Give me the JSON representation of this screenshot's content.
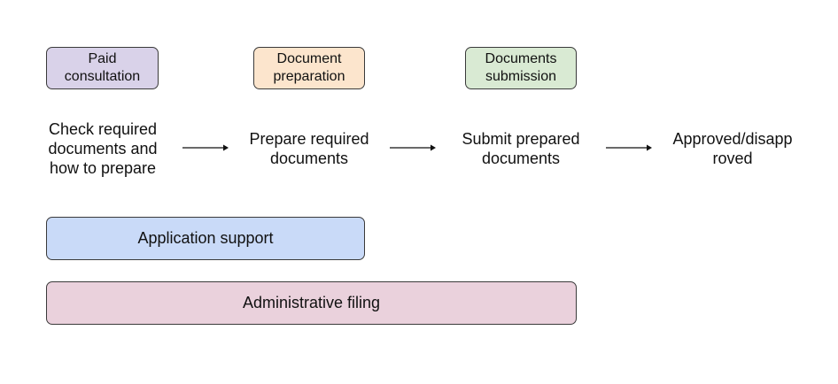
{
  "pills": [
    {
      "lines": [
        "Paid",
        "consultation"
      ],
      "color": "#d9d2e9"
    },
    {
      "lines": [
        "Document",
        "preparation"
      ],
      "color": "#fce5cd"
    },
    {
      "lines": [
        "Documents",
        "submission"
      ],
      "color": "#d9ead3"
    }
  ],
  "steps": [
    {
      "lines": [
        "Check required",
        "documents and",
        "how to prepare"
      ]
    },
    {
      "lines": [
        "Prepare required",
        "documents"
      ]
    },
    {
      "lines": [
        "Submit prepared",
        "documents"
      ]
    },
    {
      "lines": [
        "Approved/disapp",
        "roved"
      ]
    }
  ],
  "bars": [
    {
      "label": "Application support",
      "color": "#c9daf8"
    },
    {
      "label": "Administrative filing",
      "color": "#ead1dc"
    }
  ]
}
